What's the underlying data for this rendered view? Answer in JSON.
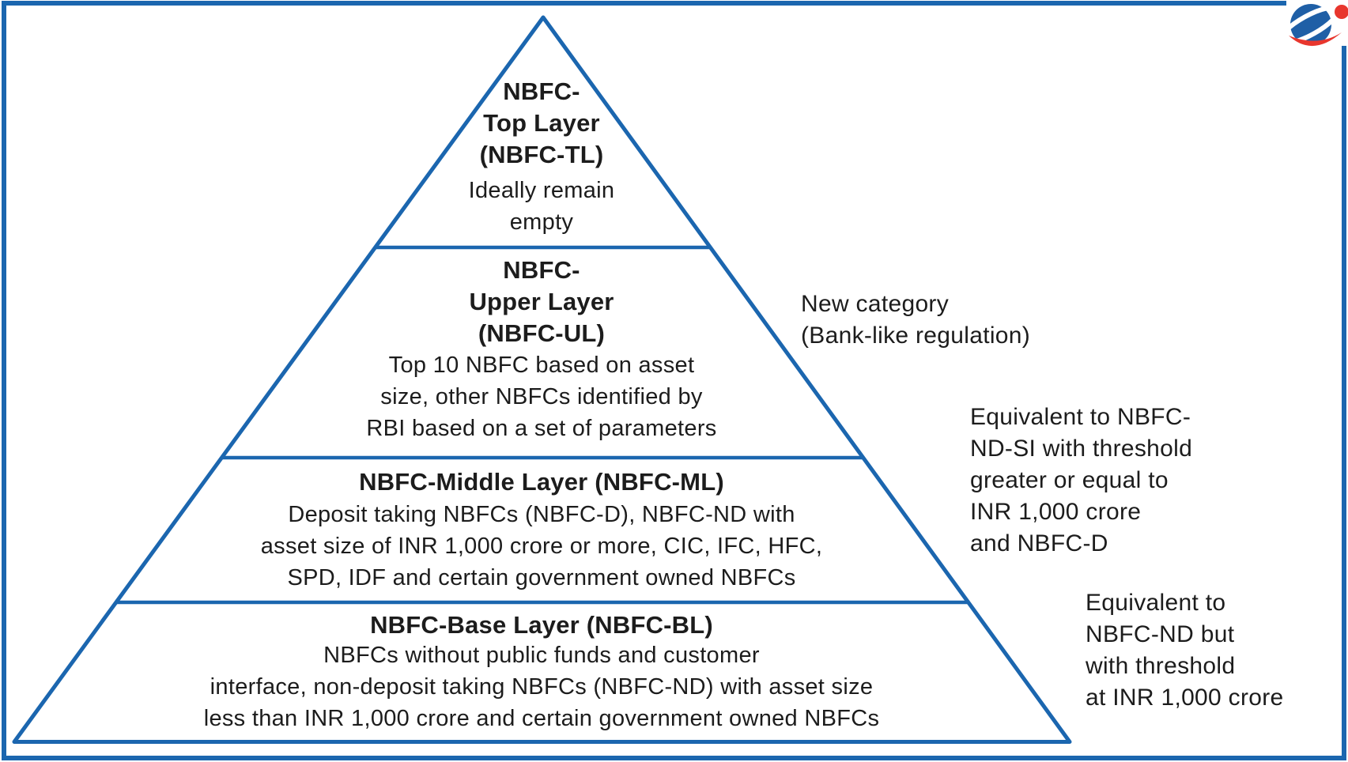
{
  "colors": {
    "line_blue": "#1b66af",
    "text": "#1c1c1c",
    "logo_blue": "#1f5fa6",
    "logo_red": "#e8362d",
    "background": "#ffffff"
  },
  "logo": {
    "name": "brand-logo"
  },
  "pyramid": {
    "layers": [
      {
        "name": "top",
        "title": "NBFC-\nTop Layer\n(NBFC-TL)",
        "body": "Ideally remain\nempty"
      },
      {
        "name": "upper",
        "title": "NBFC-\nUpper Layer\n(NBFC-UL)",
        "body": "Top 10 NBFC based on asset\nsize, other NBFCs identified by\nRBI based on a set of parameters"
      },
      {
        "name": "middle",
        "title": "NBFC-Middle Layer (NBFC-ML)",
        "body": "Deposit taking NBFCs (NBFC-D), NBFC-ND with\nasset size of INR 1,000 crore or more, CIC, IFC, HFC,\nSPD, IDF and certain government owned NBFCs"
      },
      {
        "name": "base",
        "title": "NBFC-Base Layer (NBFC-BL)",
        "body": "NBFCs without public funds and customer\ninterface, non-deposit taking NBFCs (NBFC-ND) with asset size\nless than INR 1,000 crore and certain government owned NBFCs"
      }
    ]
  },
  "annotations": [
    {
      "name": "upper-layer-note",
      "text": "New category\n(Bank-like regulation)"
    },
    {
      "name": "middle-layer-note",
      "text": "Equivalent to NBFC-\nND-SI with threshold\ngreater or equal to\nINR 1,000 crore\nand NBFC-D"
    },
    {
      "name": "base-layer-note",
      "text": "Equivalent to\nNBFC-ND but\nwith threshold\nat INR 1,000 crore"
    }
  ]
}
